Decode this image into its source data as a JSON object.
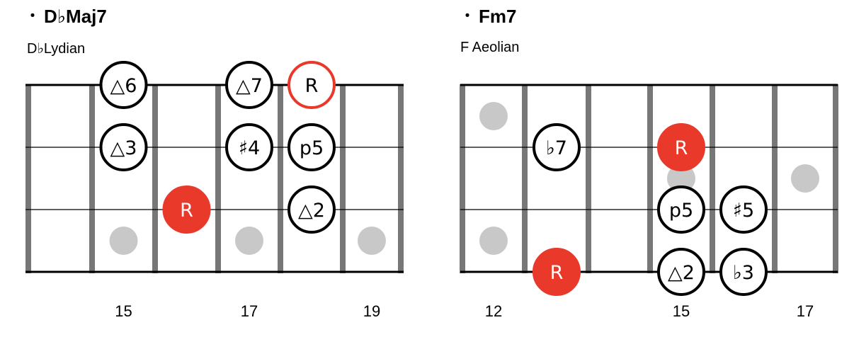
{
  "diagrams": [
    {
      "bullet": "・",
      "title": "D♭Maj7",
      "subtitle": "D♭Lydian",
      "fret_numbers": [
        {
          "fret": 2,
          "label": "15"
        },
        {
          "fret": 4,
          "label": "17"
        },
        {
          "fret": 6,
          "label": "19"
        }
      ],
      "inlays": [
        {
          "fret": 2,
          "string": 2.5
        },
        {
          "fret": 4,
          "string": 2.5
        },
        {
          "fret": 6,
          "string": 2.5
        }
      ],
      "notes": [
        {
          "fret": 2,
          "string": 0,
          "label": "△6",
          "style": "outline"
        },
        {
          "fret": 4,
          "string": 0,
          "label": "△7",
          "style": "outline"
        },
        {
          "fret": 5,
          "string": 0,
          "label": "R",
          "style": "red-outline"
        },
        {
          "fret": 2,
          "string": 1,
          "label": "△3",
          "style": "outline"
        },
        {
          "fret": 4,
          "string": 1,
          "label": "♯4",
          "style": "outline"
        },
        {
          "fret": 5,
          "string": 1,
          "label": "p5",
          "style": "outline"
        },
        {
          "fret": 3,
          "string": 2,
          "label": "R",
          "style": "red-fill"
        },
        {
          "fret": 5,
          "string": 2,
          "label": "△2",
          "style": "outline"
        }
      ]
    },
    {
      "bullet": "・",
      "title": "Fm7",
      "subtitle": "F Aeolian",
      "fret_numbers": [
        {
          "fret": 1,
          "label": "12"
        },
        {
          "fret": 4,
          "label": "15"
        },
        {
          "fret": 6,
          "label": "17"
        }
      ],
      "inlays": [
        {
          "fret": 1,
          "string": 0.5
        },
        {
          "fret": 1,
          "string": 2.5
        },
        {
          "fret": 4,
          "string": 1.5
        },
        {
          "fret": 6,
          "string": 1.5
        }
      ],
      "notes": [
        {
          "fret": 2,
          "string": 1,
          "label": "♭7",
          "style": "outline"
        },
        {
          "fret": 4,
          "string": 1,
          "label": "R",
          "style": "red-fill"
        },
        {
          "fret": 4,
          "string": 2,
          "label": "p5",
          "style": "outline"
        },
        {
          "fret": 5,
          "string": 2,
          "label": "♯5",
          "style": "outline"
        },
        {
          "fret": 2,
          "string": 3,
          "label": "R",
          "style": "red-fill"
        },
        {
          "fret": 4,
          "string": 3,
          "label": "△2",
          "style": "outline"
        },
        {
          "fret": 5,
          "string": 3,
          "label": "♭3",
          "style": "outline"
        }
      ]
    }
  ],
  "colors": {
    "red": "#e8392b",
    "fret": "#777777",
    "string": "#000000",
    "inlay": "#c8c8c8"
  }
}
